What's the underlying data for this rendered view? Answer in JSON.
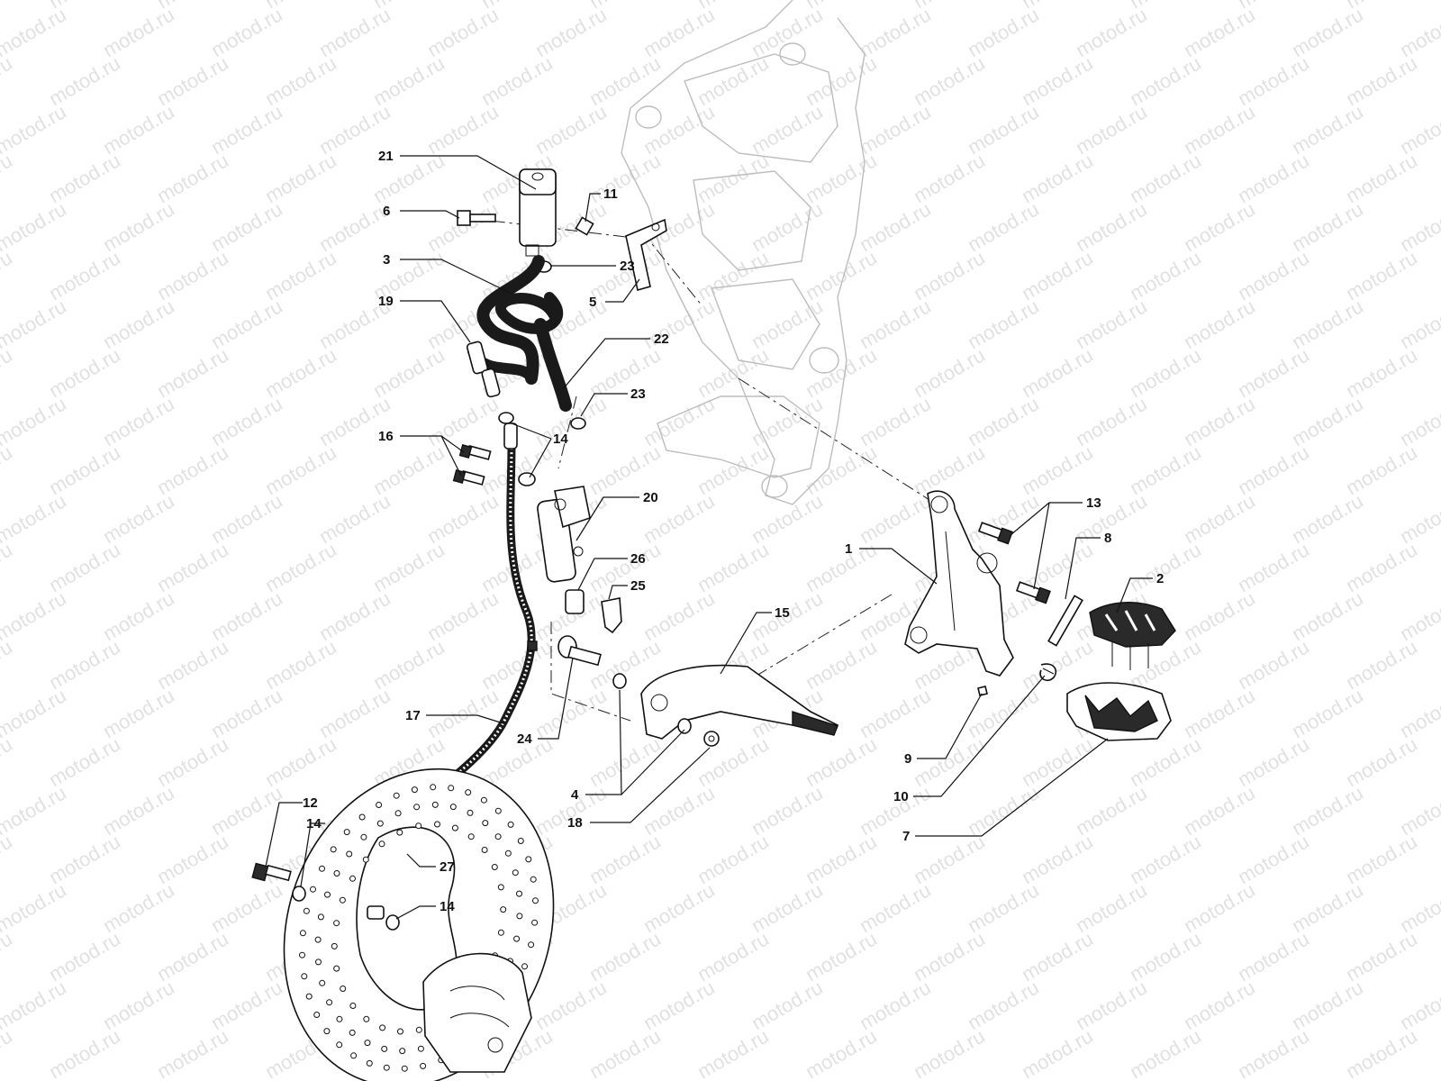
{
  "watermark": {
    "text": "motod.ru"
  },
  "callouts": [
    {
      "id": "21",
      "label": "21"
    },
    {
      "id": "6",
      "label": "6"
    },
    {
      "id": "11",
      "label": "11"
    },
    {
      "id": "3",
      "label": "3"
    },
    {
      "id": "23a",
      "label": "23"
    },
    {
      "id": "19",
      "label": "19"
    },
    {
      "id": "5",
      "label": "5"
    },
    {
      "id": "22",
      "label": "22"
    },
    {
      "id": "23b",
      "label": "23"
    },
    {
      "id": "16",
      "label": "16"
    },
    {
      "id": "14a",
      "label": "14"
    },
    {
      "id": "20",
      "label": "20"
    },
    {
      "id": "26",
      "label": "26"
    },
    {
      "id": "25",
      "label": "25"
    },
    {
      "id": "15",
      "label": "15"
    },
    {
      "id": "13",
      "label": "13"
    },
    {
      "id": "1",
      "label": "1"
    },
    {
      "id": "8",
      "label": "8"
    },
    {
      "id": "2",
      "label": "2"
    },
    {
      "id": "17",
      "label": "17"
    },
    {
      "id": "24",
      "label": "24"
    },
    {
      "id": "9",
      "label": "9"
    },
    {
      "id": "4",
      "label": "4"
    },
    {
      "id": "10",
      "label": "10"
    },
    {
      "id": "18",
      "label": "18"
    },
    {
      "id": "7",
      "label": "7"
    },
    {
      "id": "12",
      "label": "12"
    },
    {
      "id": "14b",
      "label": "14"
    },
    {
      "id": "27",
      "label": "27"
    },
    {
      "id": "14c",
      "label": "14"
    }
  ]
}
